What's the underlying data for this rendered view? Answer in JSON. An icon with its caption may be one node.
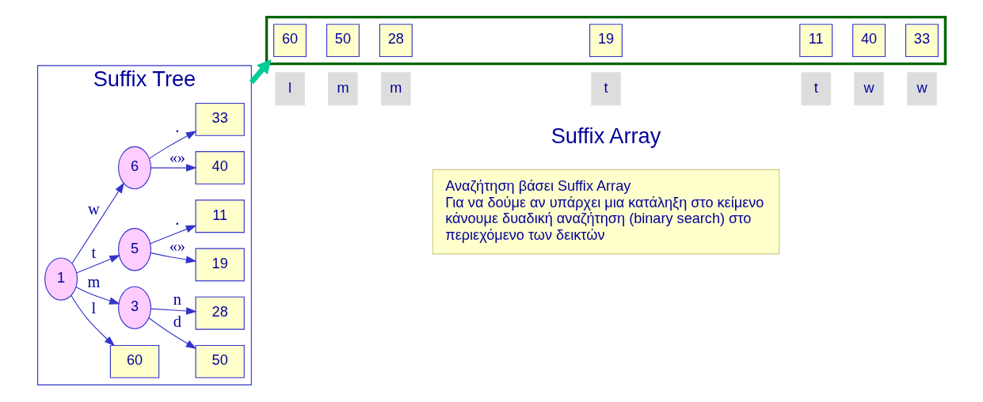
{
  "diagram": {
    "nodes": [
      {
        "text": [
          "Suffix Tree"
        ]
      },
      {
        "text": [
          "1"
        ],
        "in": 0
      },
      {
        "text": [
          "60"
        ],
        "in": 0
      },
      {
        "text": [
          "3"
        ],
        "in": 0
      },
      {
        "text": [
          "50"
        ],
        "in": 0
      },
      {
        "text": [
          "28"
        ],
        "in": 0
      },
      {
        "text": [
          "5"
        ],
        "in": 0
      },
      {
        "text": [
          "19"
        ],
        "in": 0
      },
      {
        "text": [
          "11"
        ],
        "in": 0
      },
      {
        "text": [
          "6"
        ],
        "in": 0
      },
      {
        "text": [
          "40"
        ],
        "in": 0
      },
      {
        "text": [
          "33"
        ],
        "in": 0
      },
      {
        "text": [],
        "shape": "box"
      },
      {
        "text": [
          "60"
        ],
        "in": 12
      },
      {
        "text": [
          "50"
        ],
        "in": 12
      },
      {
        "text": [
          "28"
        ],
        "in": 12
      },
      {
        "text": [
          "19"
        ],
        "in": 12
      },
      {
        "text": [
          "11"
        ],
        "in": 12
      },
      {
        "text": [
          "40"
        ],
        "in": 12
      },
      {
        "text": [
          "33"
        ],
        "in": 12
      },
      {
        "text": [
          "l"
        ]
      },
      {
        "text": [
          "m"
        ]
      },
      {
        "text": [
          "m"
        ]
      },
      {
        "text": [
          "t"
        ]
      },
      {
        "text": [
          "t"
        ]
      },
      {
        "text": [
          "w"
        ]
      },
      {
        "text": [
          "w"
        ]
      },
      {
        "text": [
          "Αναζήτηση βάσει Suffix Array",
          "Για να δούμε αν υπάρχει μια κατάληξη στο κείμενο κάνουμε δυαδική αναζήτηση (binary search) στο περιεχόμενο των δεικτών"
        ]
      }
    ],
    "edges": [
      {
        "from": 1,
        "to": 2,
        "arrow": "to",
        "label": "l"
      },
      {
        "from": 1,
        "to": 3,
        "arrow": "to",
        "label": "m"
      },
      {
        "from": 3,
        "to": 4,
        "arrow": "to",
        "label": "d"
      },
      {
        "from": 3,
        "to": 5,
        "arrow": "to",
        "label": "n"
      },
      {
        "from": 1,
        "to": 6,
        "arrow": "to",
        "label": "t"
      },
      {
        "from": 6,
        "to": 7,
        "arrow": "to",
        "label": "«»"
      },
      {
        "from": 6,
        "to": 8,
        "arrow": "to",
        "label": "."
      },
      {
        "from": 1,
        "to": 9,
        "arrow": "to",
        "label": "w"
      },
      {
        "from": 9,
        "to": 10,
        "arrow": "to",
        "label": "«»"
      },
      {
        "from": 9,
        "to": 11,
        "arrow": "to",
        "label": "."
      },
      {
        "from": 0,
        "to": 12,
        "arrow": "to",
        "style": "thick",
        "color": "#00cc99"
      }
    ],
    "labels": [
      "Suffix Array"
    ]
  }
}
